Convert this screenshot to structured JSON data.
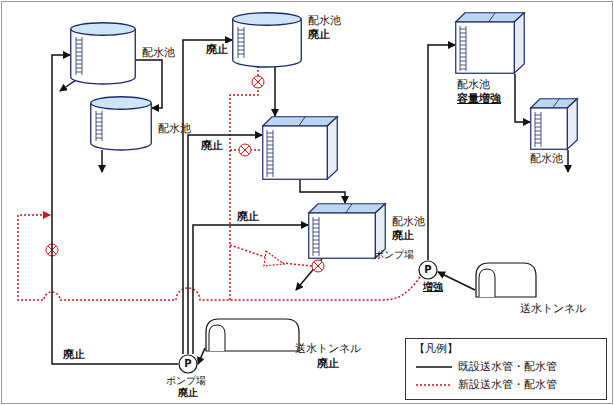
{
  "diagram": {
    "nodes": [
      {
        "text": [
          "配水池"
        ]
      },
      {
        "text": [
          "配水池"
        ]
      },
      {
        "text": [
          "配水池",
          "廃止"
        ]
      },
      {
        "text": []
      },
      {
        "text": [
          "配水池",
          "廃止"
        ]
      },
      {
        "text": [
          "配水池",
          "容量増強"
        ]
      },
      {
        "text": [
          "配水池"
        ]
      },
      {
        "text": [
          "P",
          "ポンプ場",
          "廃止"
        ]
      },
      {
        "text": [
          "送水トンネル",
          "廃止"
        ]
      },
      {
        "text": [
          "P",
          "ポンプ場",
          "増強"
        ]
      },
      {
        "text": [
          "送水トンネル"
        ]
      }
    ],
    "edges": [
      {
        "from": 7,
        "to": 0,
        "arrow": "to"
      },
      {
        "from": 0,
        "to": 1,
        "arrow": "to"
      },
      {
        "from": 7,
        "to": 2,
        "arrow": "to"
      },
      {
        "from": 7,
        "to": 3,
        "arrow": "to"
      },
      {
        "from": 7,
        "to": 4,
        "arrow": "to"
      },
      {
        "from": 2,
        "to": 3,
        "arrow": "to"
      },
      {
        "from": 3,
        "to": 4,
        "arrow": "to"
      },
      {
        "from": 8,
        "to": 7,
        "arrow": "to"
      },
      {
        "from": 10,
        "to": 9,
        "arrow": "to"
      },
      {
        "from": 9,
        "to": 5,
        "arrow": "to"
      },
      {
        "from": 5,
        "to": 6,
        "arrow": "to"
      }
    ],
    "labels": [
      "廃止",
      "廃止",
      "廃止",
      "廃止",
      "【凡例】"
    ],
    "legend": [
      {
        "text": "既設送水管・配水管"
      },
      {
        "text": "新設送水管・配水管"
      }
    ]
  }
}
